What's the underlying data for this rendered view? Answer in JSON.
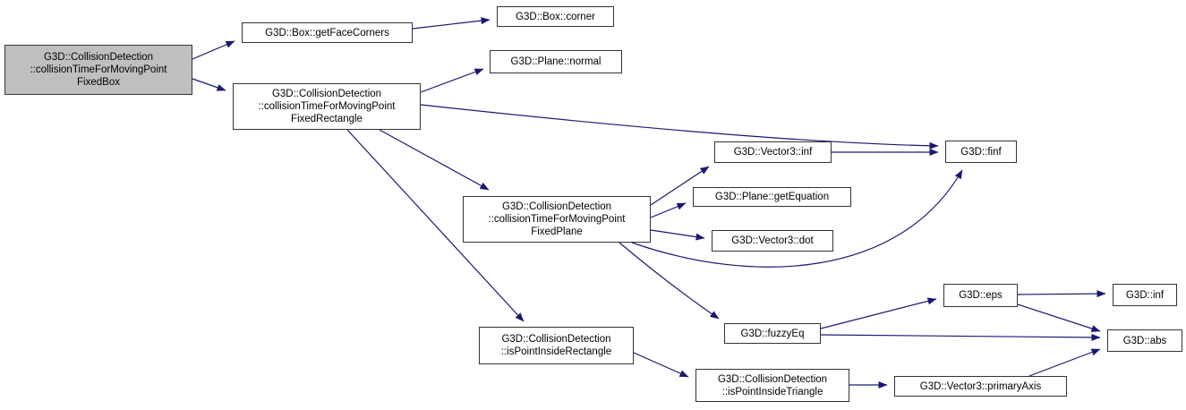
{
  "diagram": {
    "type": "call-graph",
    "colors": {
      "edge": "#191970",
      "node_border": "#333333",
      "node_fill": "#ffffff",
      "root_fill": "#bfbfbf",
      "text": "#000000",
      "background": "#ffffff"
    },
    "nodes": [
      {
        "id": "collisionTimeForMovingPointFixedBox",
        "label": "G3D::CollisionDetection\n::collisionTimeForMovingPoint\nFixedBox",
        "root": true
      },
      {
        "id": "getFaceCorners",
        "label": "G3D::Box::getFaceCorners"
      },
      {
        "id": "corner",
        "label": "G3D::Box::corner"
      },
      {
        "id": "collisionTimeForMovingPointFixedRectangle",
        "label": "G3D::CollisionDetection\n::collisionTimeForMovingPoint\nFixedRectangle"
      },
      {
        "id": "planeNormal",
        "label": "G3D::Plane::normal"
      },
      {
        "id": "vector3Inf",
        "label": "G3D::Vector3::inf"
      },
      {
        "id": "finf",
        "label": "G3D::finf"
      },
      {
        "id": "collisionTimeForMovingPointFixedPlane",
        "label": "G3D::CollisionDetection\n::collisionTimeForMovingPoint\nFixedPlane"
      },
      {
        "id": "getEquation",
        "label": "G3D::Plane::getEquation"
      },
      {
        "id": "vector3Dot",
        "label": "G3D::Vector3::dot"
      },
      {
        "id": "fuzzyEq",
        "label": "G3D::fuzzyEq"
      },
      {
        "id": "eps",
        "label": "G3D::eps"
      },
      {
        "id": "inf",
        "label": "G3D::inf"
      },
      {
        "id": "abs",
        "label": "G3D::abs"
      },
      {
        "id": "isPointInsideRectangle",
        "label": "G3D::CollisionDetection\n::isPointInsideRectangle"
      },
      {
        "id": "isPointInsideTriangle",
        "label": "G3D::CollisionDetection\n::isPointInsideTriangle"
      },
      {
        "id": "vector3PrimaryAxis",
        "label": "G3D::Vector3::primaryAxis"
      }
    ],
    "edges": [
      {
        "from": "collisionTimeForMovingPointFixedBox",
        "to": "getFaceCorners"
      },
      {
        "from": "collisionTimeForMovingPointFixedBox",
        "to": "collisionTimeForMovingPointFixedRectangle"
      },
      {
        "from": "getFaceCorners",
        "to": "corner"
      },
      {
        "from": "collisionTimeForMovingPointFixedRectangle",
        "to": "planeNormal"
      },
      {
        "from": "collisionTimeForMovingPointFixedRectangle",
        "to": "finf"
      },
      {
        "from": "collisionTimeForMovingPointFixedRectangle",
        "to": "collisionTimeForMovingPointFixedPlane"
      },
      {
        "from": "collisionTimeForMovingPointFixedRectangle",
        "to": "isPointInsideRectangle"
      },
      {
        "from": "collisionTimeForMovingPointFixedPlane",
        "to": "vector3Inf"
      },
      {
        "from": "collisionTimeForMovingPointFixedPlane",
        "to": "getEquation"
      },
      {
        "from": "collisionTimeForMovingPointFixedPlane",
        "to": "vector3Dot"
      },
      {
        "from": "collisionTimeForMovingPointFixedPlane",
        "to": "finf"
      },
      {
        "from": "collisionTimeForMovingPointFixedPlane",
        "to": "fuzzyEq"
      },
      {
        "from": "vector3Inf",
        "to": "finf"
      },
      {
        "from": "fuzzyEq",
        "to": "eps"
      },
      {
        "from": "fuzzyEq",
        "to": "abs"
      },
      {
        "from": "eps",
        "to": "inf"
      },
      {
        "from": "eps",
        "to": "abs"
      },
      {
        "from": "isPointInsideRectangle",
        "to": "isPointInsideTriangle"
      },
      {
        "from": "isPointInsideTriangle",
        "to": "vector3PrimaryAxis"
      },
      {
        "from": "vector3PrimaryAxis",
        "to": "abs"
      }
    ]
  }
}
